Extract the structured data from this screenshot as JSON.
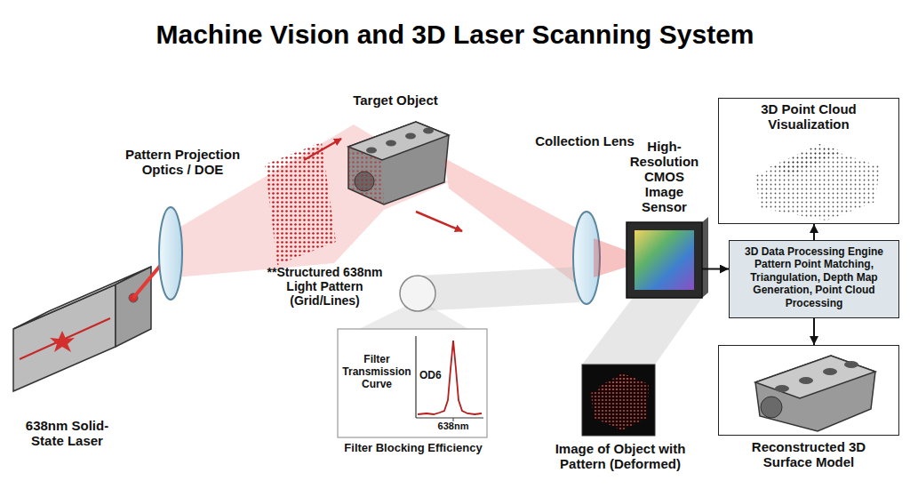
{
  "diagram": {
    "title": "Machine Vision and 3D Laser Scanning System",
    "nodes": [
      {
        "text": [
          "High-Resolution CMOS Image Sensor"
        ]
      },
      {
        "text": [
          "3D Point Cloud Visualization"
        ]
      },
      {
        "text": [
          "3D Data Processing Engine",
          "Pattern Point Matching, Triangulation, Depth Map Generation, Point Cloud Processing"
        ]
      },
      {
        "text": [
          "Reconstructed 3D Surface Model"
        ]
      }
    ],
    "edges": [
      {
        "from": 0,
        "to": 2,
        "arrow": "to"
      },
      {
        "from": 2,
        "to": 1,
        "arrow": "to"
      },
      {
        "from": 2,
        "to": 3,
        "arrow": "to"
      }
    ],
    "labels": [
      "Pattern Projection Optics / DOE",
      "Target Object",
      "Collection Lens",
      "**Structured 638nm Light Pattern (Grid/Lines)",
      "638nm Solid-State Laser",
      "Filter Transmission Curve",
      "OD6",
      "638nm",
      "Filter Blocking Efficiency",
      "Image of Object with Pattern (Deformed)"
    ]
  }
}
